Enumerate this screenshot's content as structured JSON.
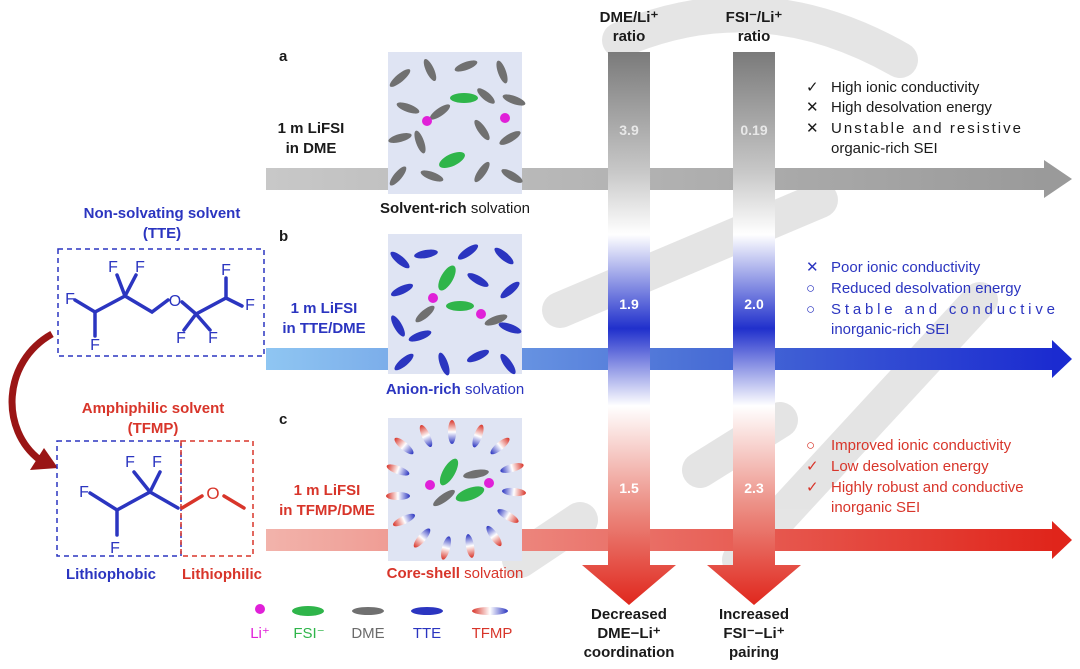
{
  "colors": {
    "blue": "#2b35c0",
    "red": "#d8352a",
    "gray": "#6b6b6b",
    "green": "#2fb54a",
    "magenta": "#e020d8",
    "dark_text": "#1a1a1a",
    "watermark": "#d9d9d9"
  },
  "columns": {
    "dme": {
      "header_line1": "DME/Li⁺",
      "header_line2": "ratio",
      "footer_line1": "Decreased",
      "footer_line2": "DME−Li⁺",
      "footer_line3": "coordination"
    },
    "fsi": {
      "header_line1": "FSI⁻/Li⁺",
      "header_line2": "ratio",
      "footer_line1": "Increased",
      "footer_line2": "FSI⁻−Li⁺",
      "footer_line3": "pairing"
    }
  },
  "rows": [
    {
      "letter": "a",
      "electrolyte_line1": "1 m LiFSI",
      "electrolyte_line2": "in DME",
      "solvation_bold": "Solvent-rich",
      "solvation_rest": " solvation",
      "dme_ratio": "3.9",
      "fsi_ratio": "0.19",
      "properties": [
        {
          "mark": "✓",
          "text": "High ionic conductivity"
        },
        {
          "mark": "✕",
          "text": "High desolvation energy"
        },
        {
          "mark": "✕",
          "text": "Unstable and resistive"
        },
        {
          "mark": "",
          "text": "organic-rich SEI"
        }
      ]
    },
    {
      "letter": "b",
      "electrolyte_line1": "1 m LiFSI",
      "electrolyte_line2": "in TTE/DME",
      "solvation_bold": "Anion-rich",
      "solvation_rest": " solvation",
      "dme_ratio": "1.9",
      "fsi_ratio": "2.0",
      "properties": [
        {
          "mark": "✕",
          "text": "Poor ionic conductivity"
        },
        {
          "mark": "○",
          "text": "Reduced desolvation energy"
        },
        {
          "mark": "○",
          "text": "Stable and conductive"
        },
        {
          "mark": "",
          "text": "inorganic-rich SEI"
        }
      ]
    },
    {
      "letter": "c",
      "electrolyte_line1": "1 m LiFSI",
      "electrolyte_line2": "in TFMP/DME",
      "solvation_bold": "Core-shell",
      "solvation_rest": " solvation",
      "dme_ratio": "1.5",
      "fsi_ratio": "2.3",
      "properties": [
        {
          "mark": "○",
          "text": "Improved ionic conductivity"
        },
        {
          "mark": "✓",
          "text": "Low desolvation energy"
        },
        {
          "mark": "✓",
          "text": "Highly robust and conductive"
        },
        {
          "mark": "",
          "text": "inorganic SEI"
        }
      ]
    }
  ],
  "left": {
    "nonsolv_line1": "Non-solvating solvent",
    "nonsolv_line2": "(TTE)",
    "amphi_line1": "Amphiphilic solvent",
    "amphi_line2": "(TFMP)",
    "lithiophobic": "Lithiophobic",
    "lithiophilic": "Lithiophilic",
    "atom_F": "F",
    "atom_O": "O"
  },
  "legend": [
    {
      "key": "li",
      "label": "Li⁺"
    },
    {
      "key": "fsi",
      "label": "FSI⁻"
    },
    {
      "key": "dme",
      "label": "DME"
    },
    {
      "key": "tte",
      "label": "TTE"
    },
    {
      "key": "tfmp",
      "label": "TFMP"
    }
  ]
}
